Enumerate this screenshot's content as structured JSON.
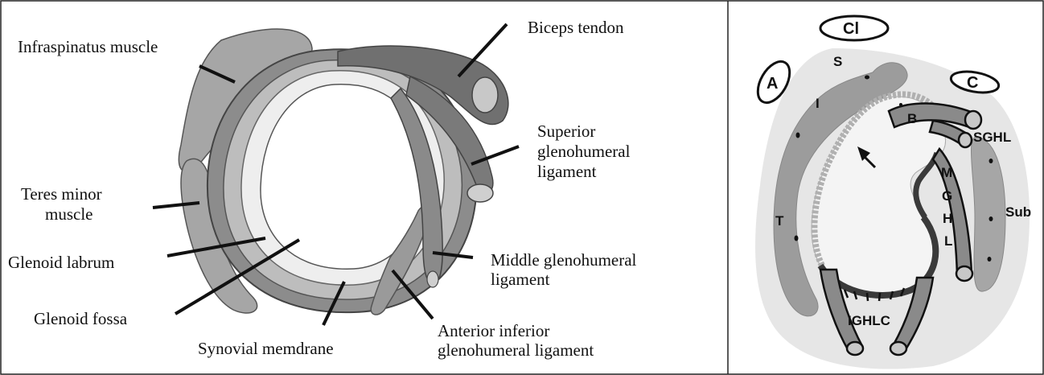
{
  "left_diagram": {
    "labels": {
      "infraspinatus": "Infraspinatus muscle",
      "teres_line1": "Teres minor",
      "teres_line2": "muscle",
      "glenoid_labrum": "Glenoid labrum",
      "glenoid_fossa": "Glenoid fossa",
      "synovial": "Synovial memdrane",
      "biceps": "Biceps tendon",
      "sghl_line1": "Superior",
      "sghl_line2": "glenohumeral",
      "sghl_line3": "ligament",
      "mghl_line1": "Middle glenohumeral",
      "mghl_line2": "ligament",
      "aighl_line1": "Anterior inferior",
      "aighl_line2": "glenohumeral ligament"
    }
  },
  "right_diagram": {
    "labels": {
      "cl": "Cl",
      "a": "A",
      "c": "C",
      "s": "S",
      "i": "I",
      "b": "B",
      "sghl": "SGHL",
      "mghl_m": "M",
      "mghl_g": "G",
      "mghl_h": "H",
      "mghl_l": "L",
      "t": "T",
      "sub": "Sub",
      "ighlc": "IGHLC"
    }
  }
}
